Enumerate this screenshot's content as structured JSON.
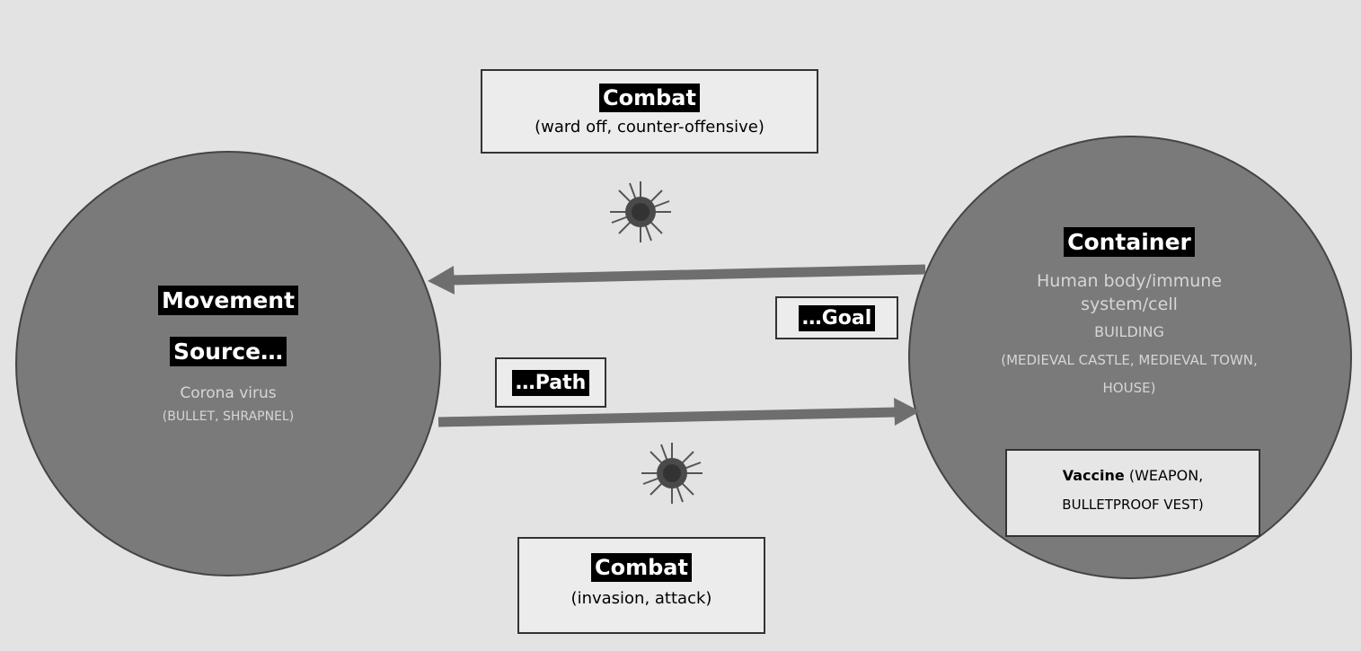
{
  "combat_top": {
    "title": "Combat",
    "subtitle": "(ward off, counter-offensive)"
  },
  "combat_bottom": {
    "title": "Combat",
    "subtitle": "(invasion, attack)"
  },
  "source_circle": {
    "title1": "Movement",
    "title2": "Source…",
    "line1": "Corona virus",
    "line2": "(BULLET, SHRAPNEL)"
  },
  "container_circle": {
    "title": "Container",
    "line1": "Human body/immune",
    "line2": "system/cell",
    "line3": "BUILDING",
    "line4": "(MEDIEVAL CASTLE, MEDIEVAL TOWN,",
    "line5": "HOUSE)"
  },
  "vaccine": {
    "title": "Vaccine",
    "line1": "(WEAPON,",
    "line2": "BULLETPROOF VEST)"
  },
  "goal_label": "…Goal",
  "path_label": "…Path",
  "colors": {
    "background": "#e3e3e3",
    "circle": "#7a7a7a",
    "arrow": "#6e6e6e"
  }
}
